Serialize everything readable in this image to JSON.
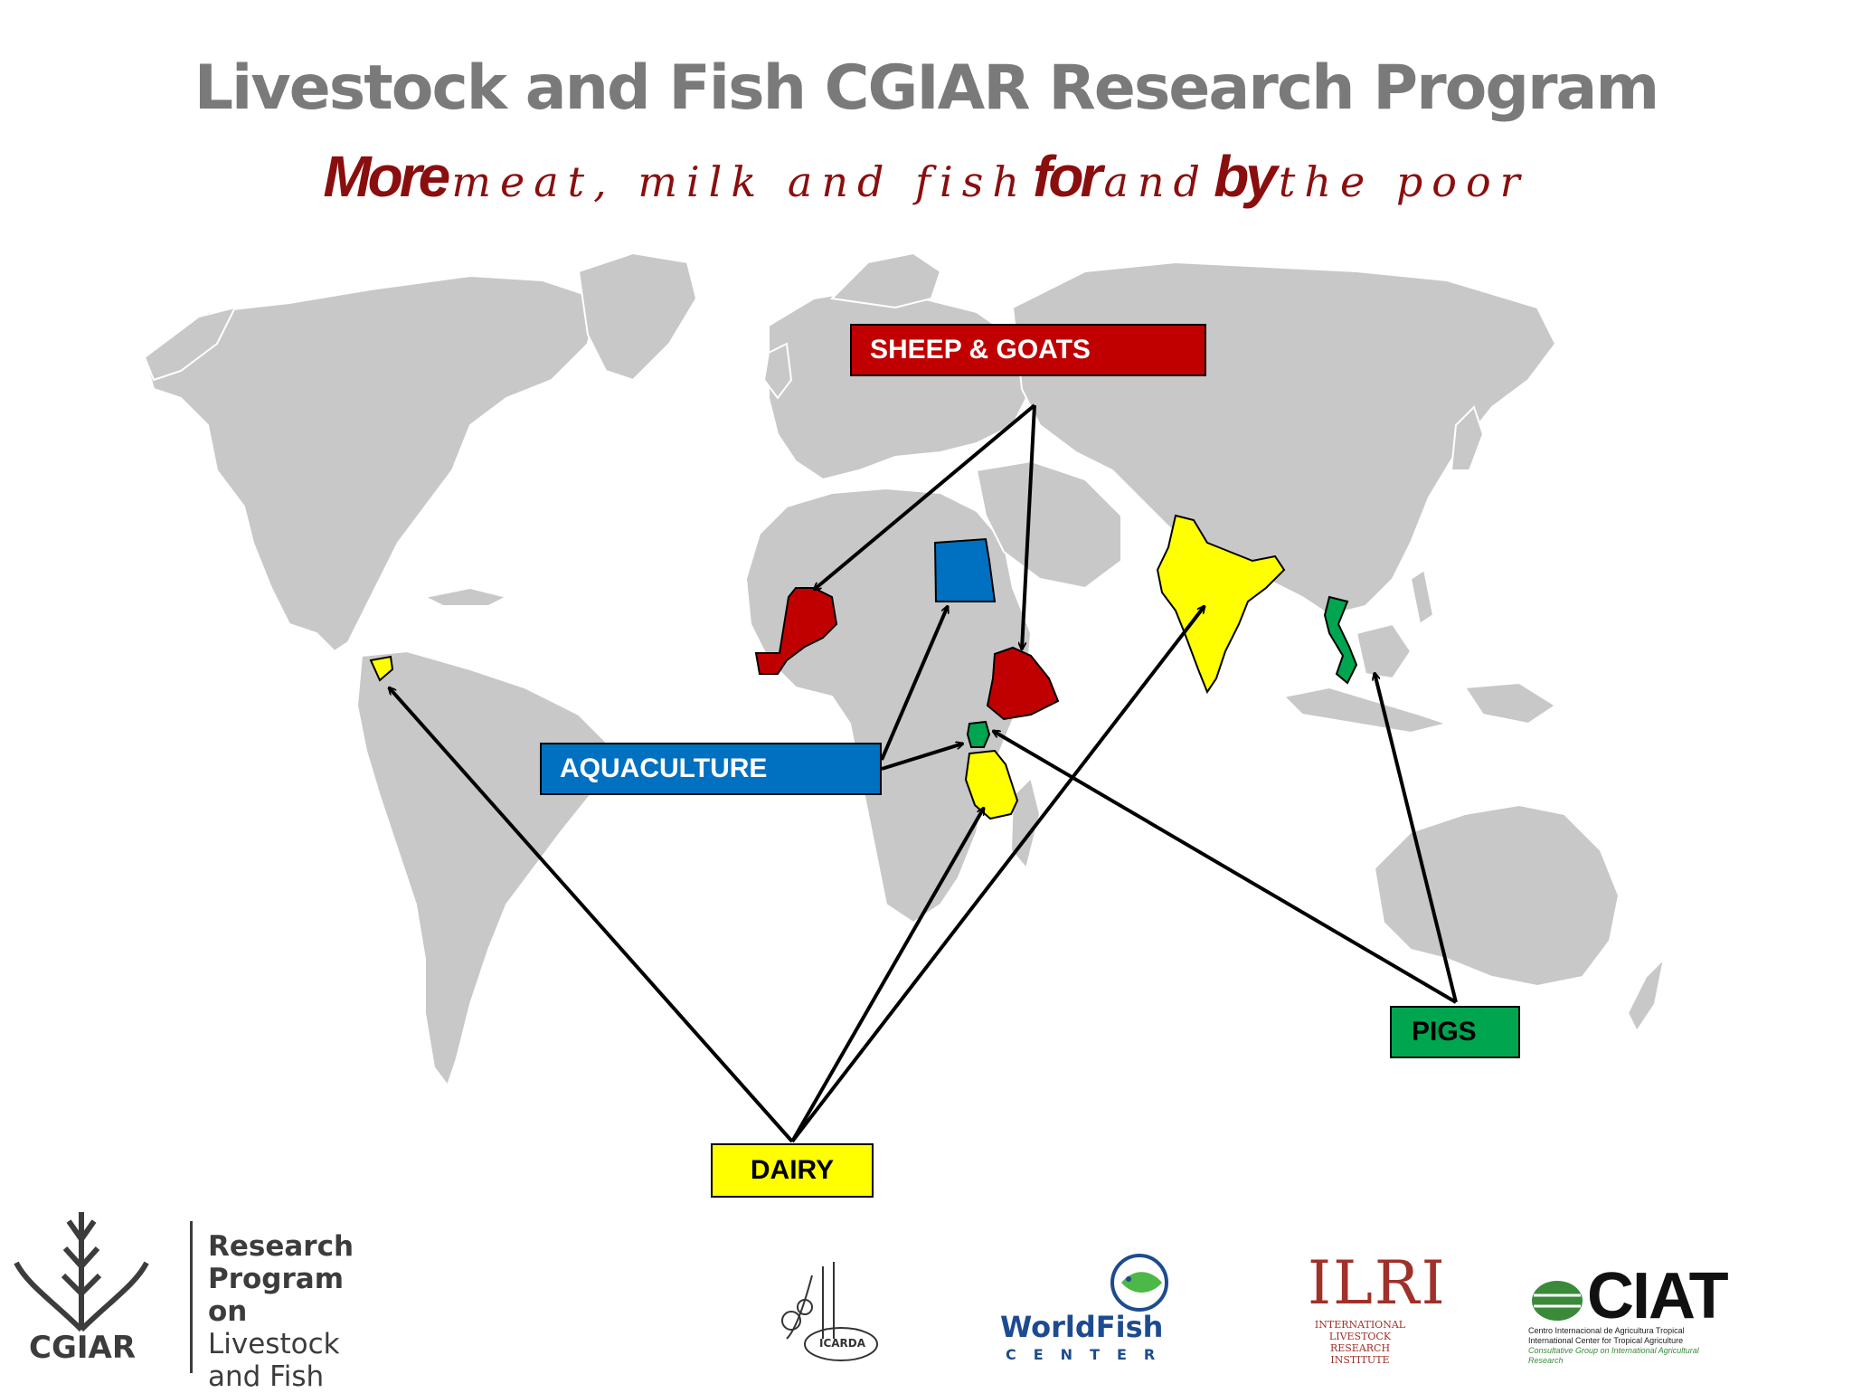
{
  "title": "Livestock and Fish CGIAR Research Program",
  "subtitle": {
    "w1": "More",
    "w2": "meat, milk and fish",
    "w3": "for",
    "w4": "and",
    "w5": "by",
    "w6": "the poor"
  },
  "labels": {
    "sheep_goats": "SHEEP & GOATS",
    "aquaculture": "AQUACULTURE",
    "pigs": "PIGS",
    "dairy": "DAIRY"
  },
  "colors": {
    "sheep_goats": "#c00000",
    "aquaculture": "#0070c0",
    "pigs": "#00a550",
    "dairy": "#ffff00",
    "land": "#c8c8c8",
    "title": "#7a7a7a",
    "subtitle": "#8a0e0e"
  },
  "countries": {
    "mali": "sheep_goats",
    "ethiopia": "sheep_goats",
    "egypt": "aquaculture",
    "uganda": "pigs",
    "vietnam": "pigs",
    "india": "dairy",
    "tanzania": "dairy",
    "nicaragua": "dairy"
  },
  "footer": {
    "cgiar_line1": "Research",
    "cgiar_line2": "Program on",
    "cgiar_line3": "Livestock",
    "cgiar_line4": "and Fish",
    "cgiar_word": "CGIAR",
    "icarda": "ICARDA",
    "worldfish": "WorldFish",
    "worldfish_center": "CENTER",
    "ilri": "ILRI",
    "ilri_sub1": "INTERNATIONAL",
    "ilri_sub2": "LIVESTOCK RESEARCH",
    "ilri_sub3": "INSTITUTE",
    "ciat": "CIAT",
    "ciat_sub1": "Centro Internacional de Agricultura Tropical",
    "ciat_sub2": "International Center for Tropical Agriculture",
    "ciat_sub3": "Consultative Group on International Agricultural Research"
  }
}
